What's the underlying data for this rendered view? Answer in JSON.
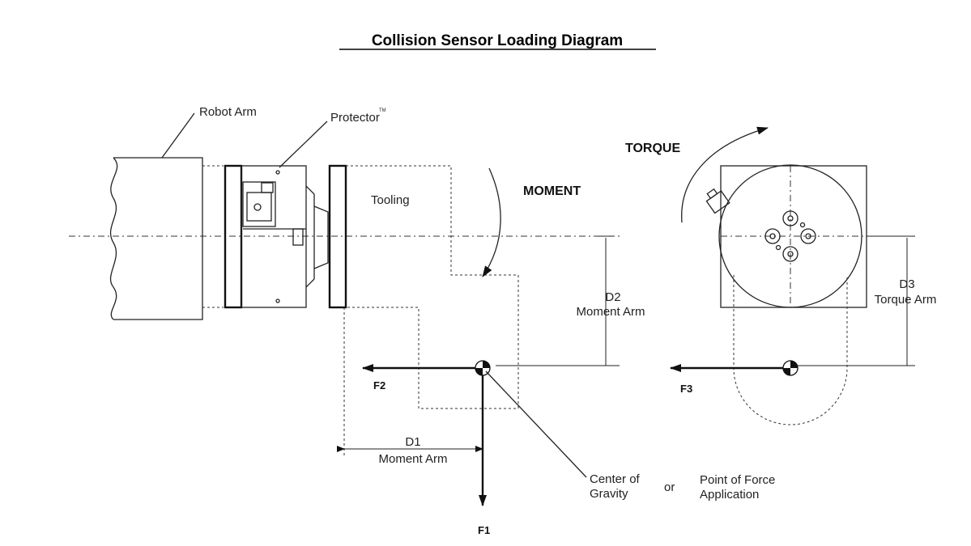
{
  "title": "Collision Sensor Loading Diagram",
  "labels": {
    "robot_arm": "Robot Arm",
    "protector": "Protector",
    "trademark": "TM",
    "tooling": "Tooling",
    "moment": "MOMENT",
    "torque": "TORQUE",
    "d1_line1": "D1",
    "d1_line2": "Moment Arm",
    "d2_line1": "D2",
    "d2_line2": "Moment Arm",
    "d3_line1": "D3",
    "d3_line2": "Torque Arm",
    "f1": "F1",
    "f2": "F2",
    "f3": "F3",
    "cog_line1": "Center of",
    "cog_line2": "Gravity",
    "or": "or",
    "pofa_line1": "Point of Force",
    "pofa_line2": "Application"
  },
  "colors": {
    "line": "#222222",
    "background": "#ffffff"
  }
}
